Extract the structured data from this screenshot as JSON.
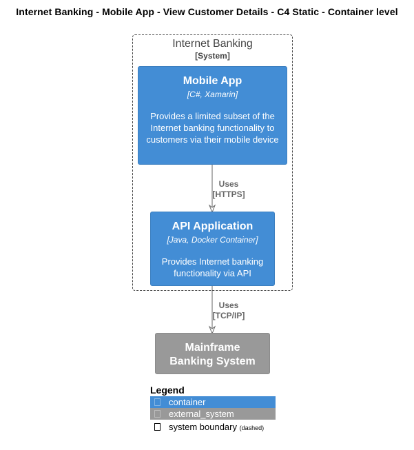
{
  "title": "Internet Banking - Mobile App - View Customer Details - C4 Static - Container level",
  "boundary": {
    "name": "Internet Banking",
    "type": "[System]"
  },
  "containers": [
    {
      "name": "Mobile App",
      "technology": "[C#, Xamarin]",
      "description": "Provides a limited subset of the Internet banking functionality to customers via their mobile device"
    },
    {
      "name": "API Application",
      "technology": "[Java, Docker Container]",
      "description": "Provides Internet banking functionality via API"
    }
  ],
  "external_system": {
    "name": "Mainframe Banking System"
  },
  "relationships": [
    {
      "label": "Uses",
      "technology": "[HTTPS]"
    },
    {
      "label": "Uses",
      "technology": "[TCP/IP]"
    }
  ],
  "legend": {
    "title": "Legend",
    "container": "container",
    "external_system": "external_system",
    "system_boundary": "system boundary",
    "system_boundary_note": "(dashed)"
  },
  "colors": {
    "container": "#438DD5",
    "external_system": "#999999",
    "line": "#666666"
  }
}
